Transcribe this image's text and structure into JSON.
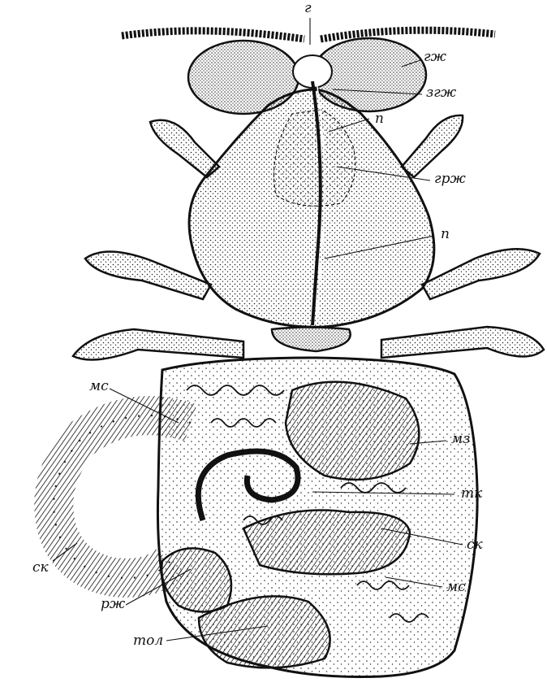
{
  "figure": {
    "labels": {
      "g": "г",
      "gzh": "гж",
      "zgzh": "згж",
      "p_top": "п",
      "grzh": "грж",
      "p_mid": "п",
      "ms_left": "мс",
      "mz": "мз",
      "tk": "тк",
      "sk_right": "ск",
      "sk_left": "ск",
      "ms_right": "мс",
      "rzh": "рж",
      "tol": "тол"
    },
    "colors": {
      "ink": "#111111",
      "paper": "#ffffff"
    }
  }
}
